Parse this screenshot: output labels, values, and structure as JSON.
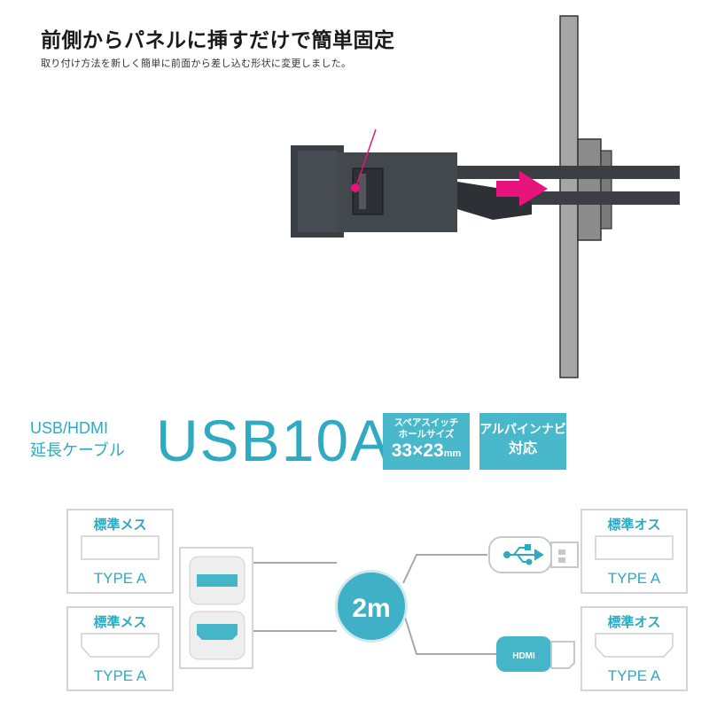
{
  "header": {
    "headline": "前側からパネルに挿すだけで簡単固定",
    "subline": "取り付け方法を新しく簡単に前面から差し込む形状に変更しました。"
  },
  "product": {
    "type_line1": "USB/HDMI",
    "type_line2": "延長ケーブル",
    "model": "USB10A"
  },
  "badges": {
    "hole": {
      "line1": "スペアスイッチ",
      "line2": "ホールサイズ",
      "size": "33×23",
      "unit": "mm"
    },
    "compat": {
      "line1": "アルパインナビ",
      "line2": "対応"
    }
  },
  "diagram": {
    "female_title": "標準メス",
    "male_title": "標準オス",
    "type_label": "TYPE A",
    "cable_length": "2m",
    "hdmi_plug_text": "HDMI"
  },
  "colors": {
    "accent": "#30a9c2",
    "badge": "#49b8cb",
    "arrow": "#e8137c",
    "panel": "#a6a6a6",
    "connector": "#3a3f44"
  }
}
